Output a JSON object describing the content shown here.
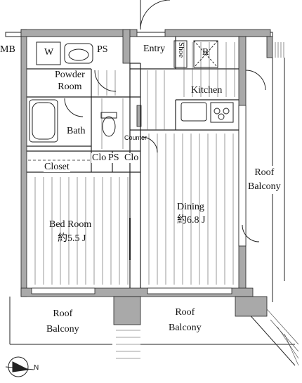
{
  "labels": {
    "mb": "MB",
    "w": "W",
    "ps_top": "PS",
    "entry": "Entry",
    "shoe": "Shoe",
    "r": "R",
    "powder_room": "Powder\nRoom",
    "kitchen": "Kitchen",
    "bath": "Bath",
    "counter": "Counter",
    "closet": "Closet",
    "clo_left": "Clo",
    "ps_mid": "PS",
    "clo_right": "Clo",
    "roof_balcony_right": "Roof\nBalcony",
    "dining": "Dining",
    "dining_area": "約6.8 J",
    "bed_room": "Bed Room",
    "bed_area": "約5.5 J",
    "roof_balcony_bottom_left": "Roof\nBalcony",
    "roof_balcony_bottom_mid": "Roof\nBalcony",
    "north": "N"
  },
  "colors": {
    "wall": "#a9a9a9",
    "line": "#222222",
    "background": "#ffffff"
  }
}
